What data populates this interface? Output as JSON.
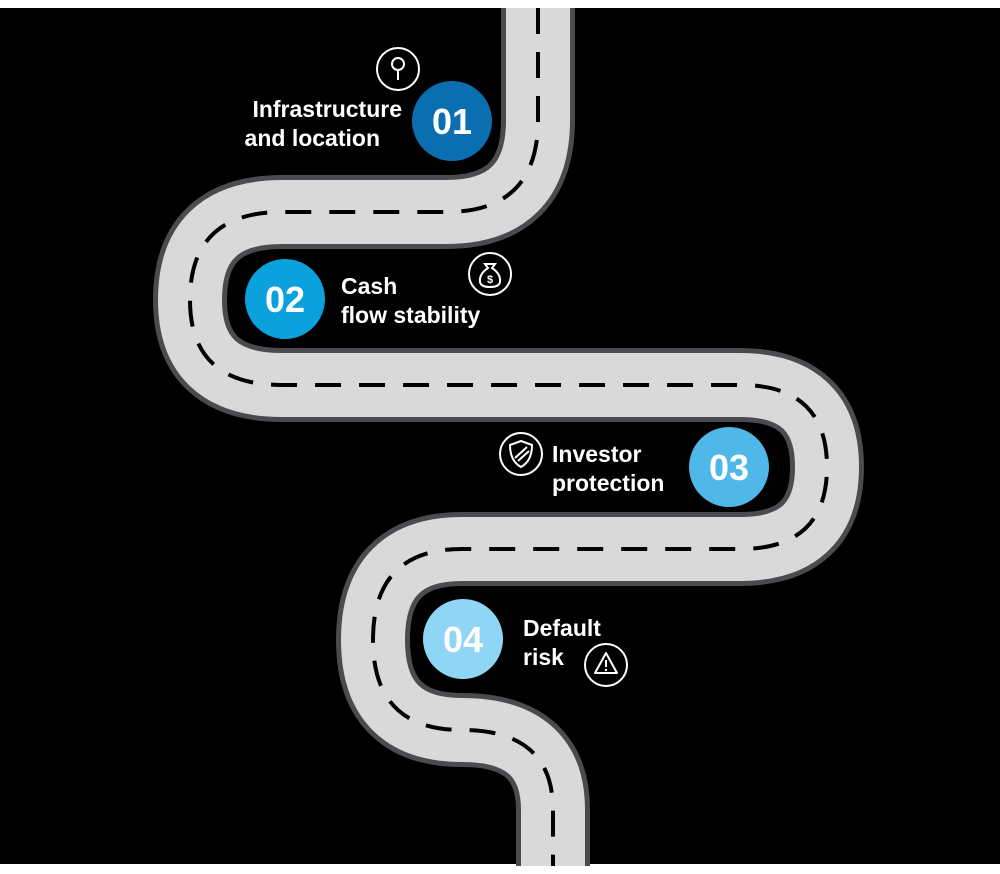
{
  "colors": {
    "background": "#000000",
    "road_fill": "#d9d9d9",
    "road_border": "#4a4a4f",
    "dash": "#000000",
    "step1": "#0a6eb0",
    "step2": "#0aa1dc",
    "step3": "#4fb8e8",
    "step4": "#8fd6f5"
  },
  "steps": [
    {
      "number": "01",
      "label_line1": "Infrastructure",
      "label_line2": "and location",
      "icon": "location-pin-icon"
    },
    {
      "number": "02",
      "label_line1": "Cash",
      "label_line2": "flow stability",
      "icon": "money-bag-icon"
    },
    {
      "number": "03",
      "label_line1": "Investor",
      "label_line2": "protection",
      "icon": "shield-icon"
    },
    {
      "number": "04",
      "label_line1": "Default",
      "label_line2": "risk",
      "icon": "warning-icon"
    }
  ]
}
